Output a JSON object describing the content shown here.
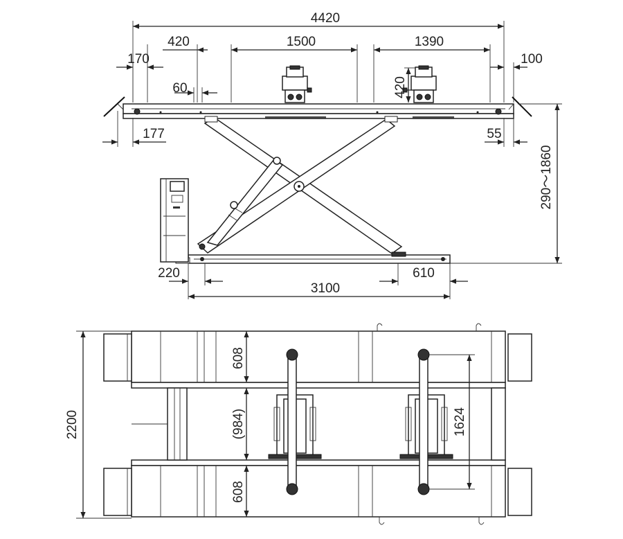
{
  "side_view": {
    "dim_4420": "4420",
    "dim_420_top": "420",
    "dim_1500": "1500",
    "dim_1390": "1390",
    "dim_170": "170",
    "dim_100": "100",
    "dim_60": "60",
    "dim_420_jack": "420",
    "dim_177": "177",
    "dim_55": "55",
    "dim_height": "290～1860",
    "dim_220": "220",
    "dim_610": "610",
    "dim_3100": "3100"
  },
  "top_view": {
    "dim_2200": "2200",
    "dim_608_top": "608",
    "dim_984": "(984)",
    "dim_608_bottom": "608",
    "dim_1624": "1624"
  }
}
